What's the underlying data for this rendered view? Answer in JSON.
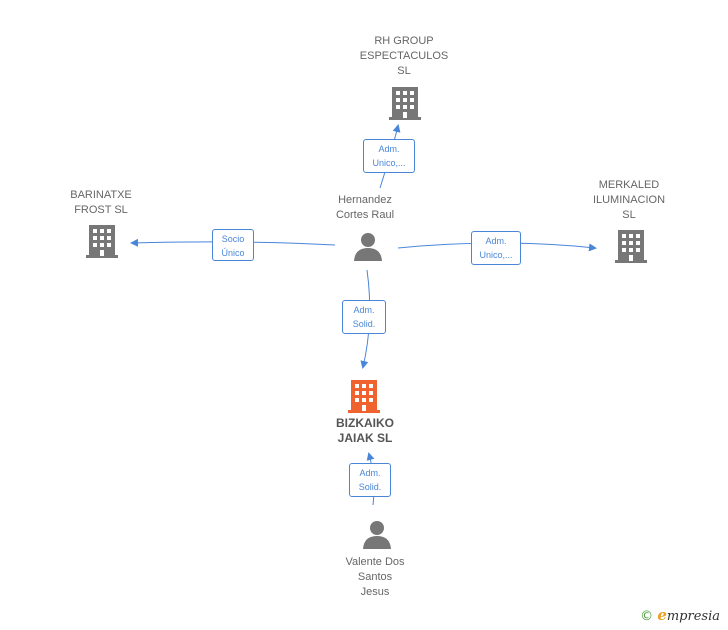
{
  "nodes": {
    "rh_group": {
      "label": "RH GROUP\nESPECTACULOS\nSL",
      "type": "company"
    },
    "barinatxe": {
      "label": "BARINATXE\nFROST  SL",
      "type": "company"
    },
    "merkaled": {
      "label": "MERKALED\nILUMINACION\nSL",
      "type": "company"
    },
    "hernandez": {
      "label": "Hernandez\nCortes Raul",
      "type": "person"
    },
    "bizkaiko": {
      "label": "BIZKAIKO\nJAIAK  SL",
      "type": "company-focus"
    },
    "valente": {
      "label": "Valente Dos\nSantos\nJesus",
      "type": "person"
    }
  },
  "edges": [
    {
      "id": "hernandez-rh",
      "label": "Adm.\nUnico,..."
    },
    {
      "id": "hernandez-barinatxe",
      "label": "Socio\nÚnico"
    },
    {
      "id": "hernandez-merkaled",
      "label": "Adm.\nUnico,..."
    },
    {
      "id": "hernandez-bizkaiko",
      "label": "Adm.\nSolid."
    },
    {
      "id": "valente-bizkaiko",
      "label": "Adm.\nSolid."
    }
  ],
  "colors": {
    "edge": "#4a86d8",
    "company": "#777777",
    "focus": "#f0622e",
    "person": "#777777"
  },
  "footer": {
    "copyright_symbol": "©",
    "brand_initial": "e",
    "brand_rest": "mpresia"
  }
}
